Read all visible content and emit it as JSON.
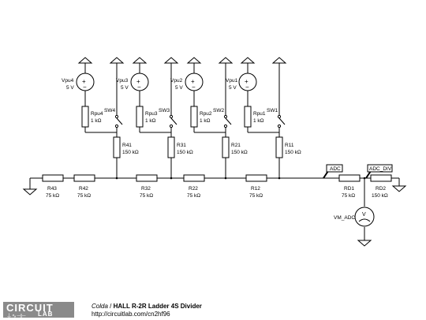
{
  "components": {
    "vpu4": {
      "name": "Vpu4",
      "value": "5 V"
    },
    "vpu3": {
      "name": "Vpu3",
      "value": "5 V"
    },
    "vpu2": {
      "name": "Vpu2",
      "value": "5 V"
    },
    "vpu1": {
      "name": "Vpu1",
      "value": "5 V"
    },
    "sw4": {
      "name": "SW4"
    },
    "sw3": {
      "name": "SW3"
    },
    "sw2": {
      "name": "SW2"
    },
    "sw1": {
      "name": "SW1"
    },
    "rpu4": {
      "name": "Rpu4",
      "value": "1 kΩ"
    },
    "rpu3": {
      "name": "Rpu3",
      "value": "1 kΩ"
    },
    "rpu2": {
      "name": "Rpu2",
      "value": "1 kΩ"
    },
    "rpu1": {
      "name": "Rpu1",
      "value": "1 kΩ"
    },
    "r41": {
      "name": "R41",
      "value": "150 kΩ"
    },
    "r31": {
      "name": "R31",
      "value": "150 kΩ"
    },
    "r21": {
      "name": "R21",
      "value": "150 kΩ"
    },
    "r11": {
      "name": "R11",
      "value": "150 kΩ"
    },
    "r43": {
      "name": "R43",
      "value": "75 kΩ"
    },
    "r42": {
      "name": "R42",
      "value": "75 kΩ"
    },
    "r32": {
      "name": "R32",
      "value": "75 kΩ"
    },
    "r22": {
      "name": "R22",
      "value": "75 kΩ"
    },
    "r12": {
      "name": "R12",
      "value": "75 kΩ"
    },
    "rd1": {
      "name": "RD1",
      "value": "75 kΩ"
    },
    "rd2": {
      "name": "RD2",
      "value": "150 kΩ"
    },
    "vm": {
      "name": "VM_ADC",
      "symbol": "V"
    },
    "adc": {
      "name": "ADC"
    },
    "adc_div": {
      "name": "ADC_DIV"
    }
  },
  "footer": {
    "brand_top": "CIRCUIT",
    "brand_bottom": "LAB",
    "author": "Colda",
    "separator": " / ",
    "title": "HALL R-2R Ladder 4S Divider",
    "url": "http://circuitlab.com/cn2hf96"
  }
}
